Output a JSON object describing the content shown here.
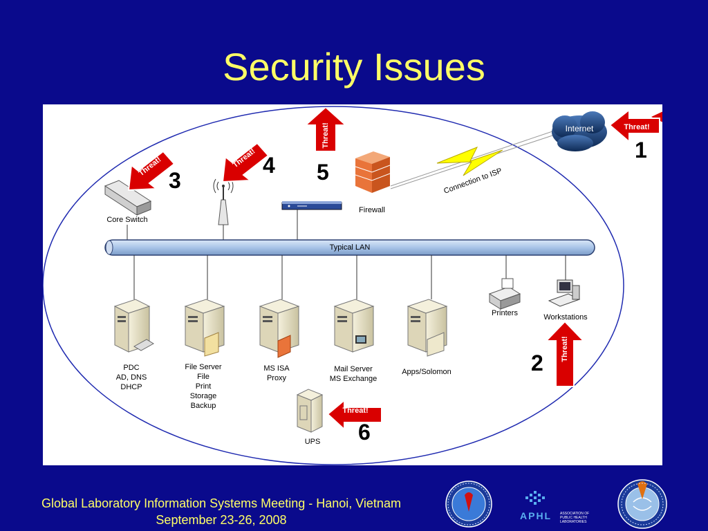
{
  "slide": {
    "title": "Security Issues",
    "footer_line1": "Global Laboratory Information Systems Meeting - Hanoi, Vietnam",
    "footer_line2": "September 23-26, 2008"
  },
  "diagram": {
    "internet_label": "Internet",
    "connection_label": "Connection to ISP",
    "firewall_label": "Firewall",
    "core_switch_label": "Core Switch",
    "lan_label": "Typical LAN",
    "threat_label": "Threat!",
    "printers_label": "Printers",
    "workstations_label": "Workstations",
    "servers": [
      {
        "lines": [
          "PDC",
          "AD, DNS",
          "DHCP"
        ]
      },
      {
        "lines": [
          "File Server",
          "File",
          "Print",
          "Storage",
          "Backup"
        ]
      },
      {
        "lines": [
          "MS ISA",
          "Proxy"
        ]
      },
      {
        "lines": [
          "Mail Server",
          "MS Exchange"
        ]
      },
      {
        "lines": [
          "Apps/Solomon"
        ]
      }
    ],
    "ups_label": "UPS",
    "threat_numbers": [
      "1",
      "2",
      "3",
      "4",
      "5",
      "6"
    ]
  },
  "logos": {
    "aphl_main": "APHL",
    "aphl_sub1": "ASSOCIATION OF",
    "aphl_sub2": "PUBLIC HEALTH LABORATORIES"
  },
  "colors": {
    "background": "#0a0a8c",
    "title": "#ffff66",
    "threat_arrow": "#d90000",
    "lan_bar": "#a9c4e8",
    "lightning": "#ffff00"
  }
}
